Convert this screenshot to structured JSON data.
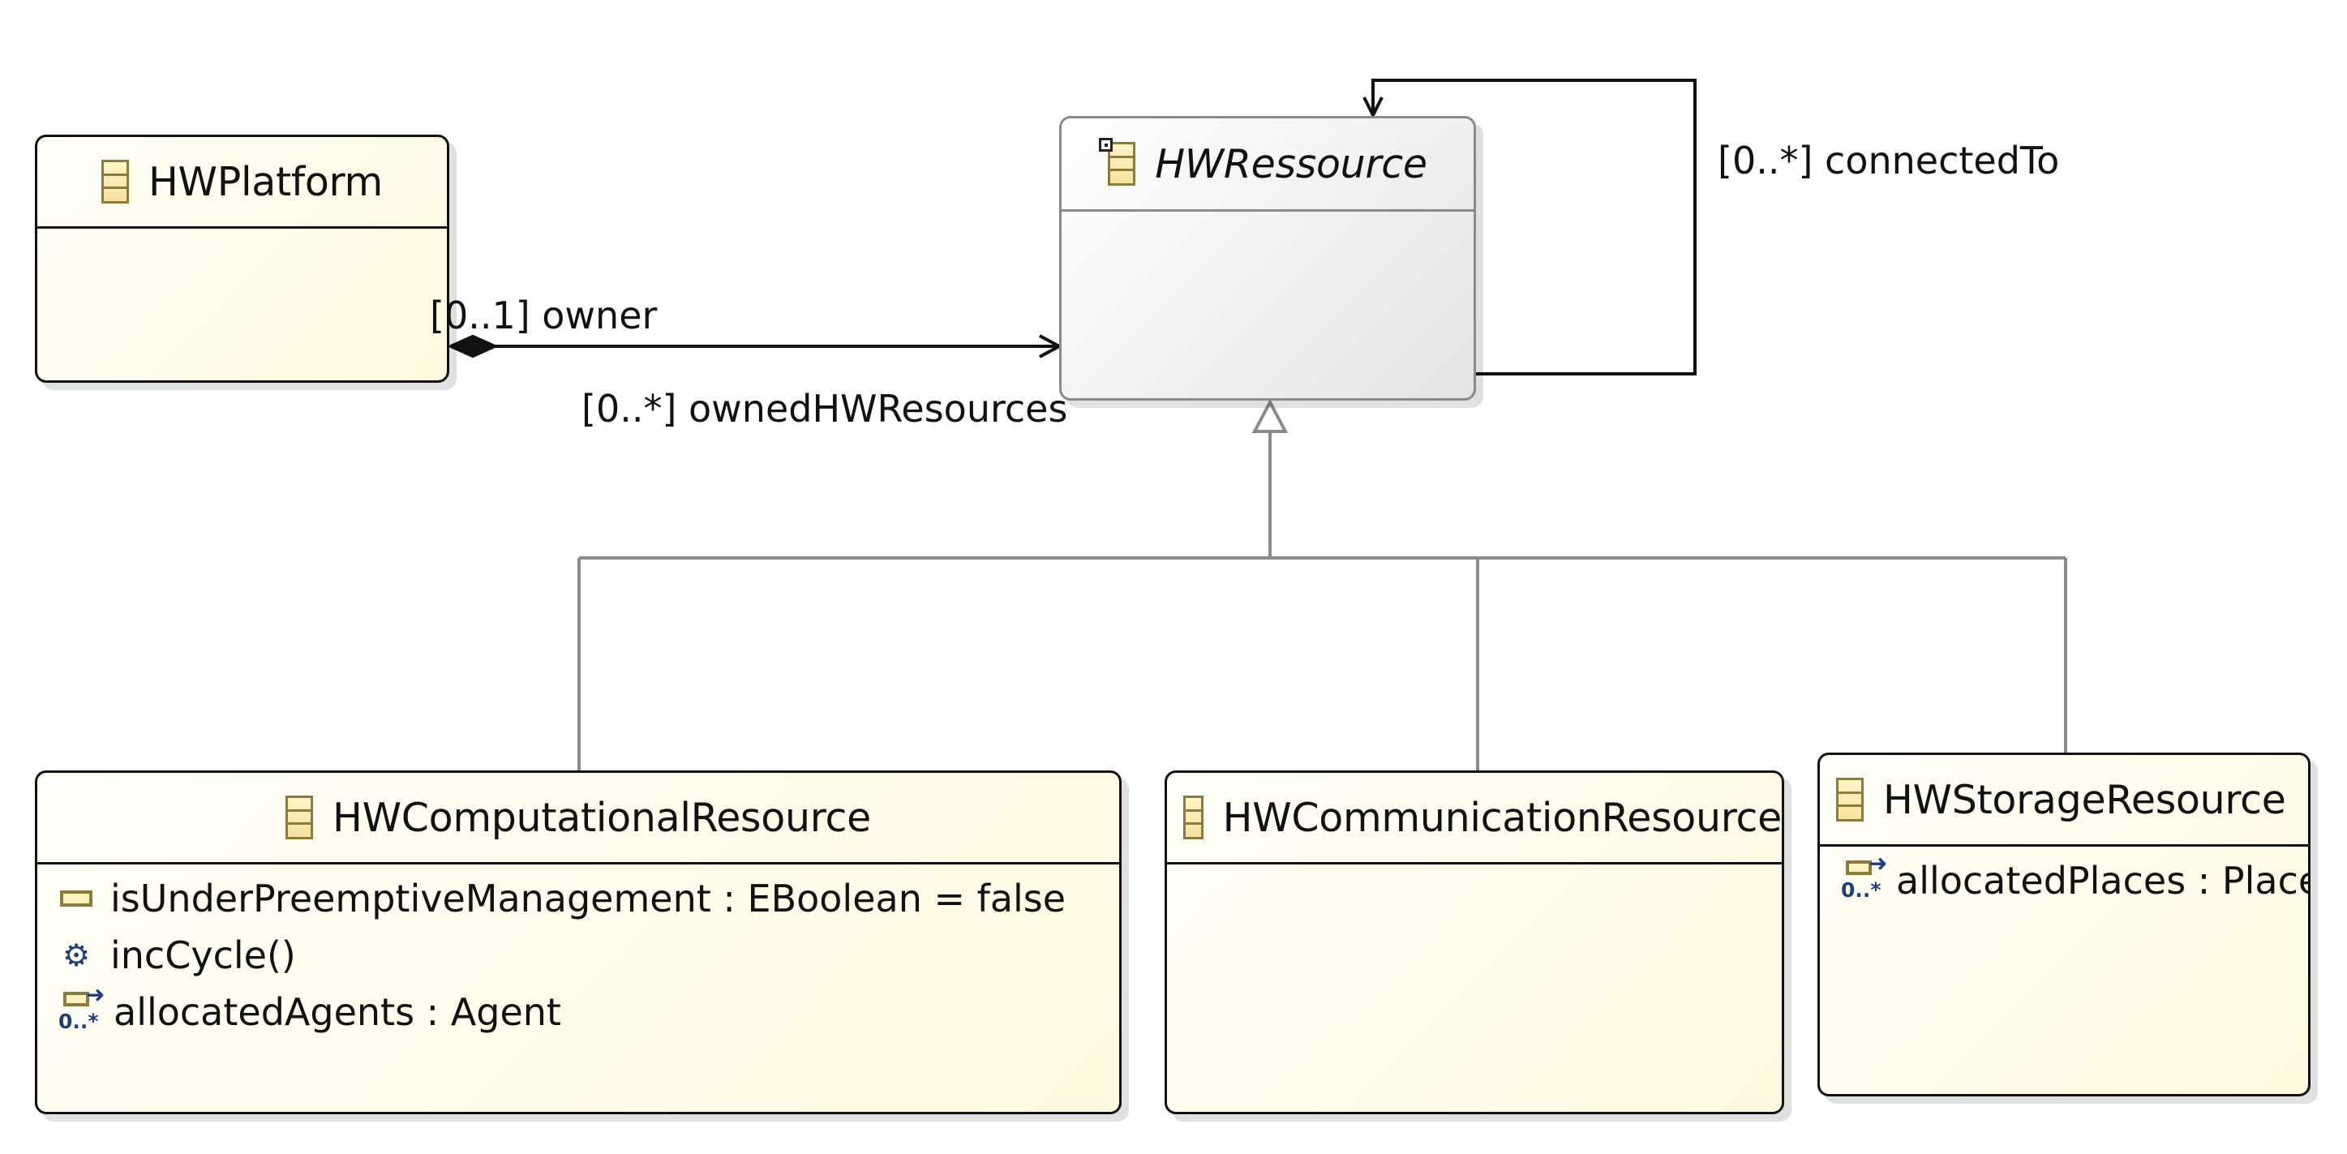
{
  "classes": {
    "hwplatform": {
      "name": "HWPlatform"
    },
    "hwressource": {
      "name": "HWRessource"
    },
    "hwcomputational": {
      "name": "HWComputationalResource",
      "members": [
        {
          "kind": "attribute",
          "text": "isUnderPreemptiveManagement : EBoolean = false"
        },
        {
          "kind": "operation",
          "text": "incCycle()"
        },
        {
          "kind": "reference",
          "multiplicity": "0..*",
          "text": "allocatedAgents : Agent"
        }
      ]
    },
    "hwcommunication": {
      "name": "HWCommunicationResource"
    },
    "hwstorage": {
      "name": "HWStorageResource",
      "members": [
        {
          "kind": "reference",
          "multiplicity": "0..*",
          "text": "allocatedPlaces : Place"
        }
      ]
    }
  },
  "relations": {
    "owner_role": "[0..1] owner",
    "owned_role": "[0..*] ownedHWResources",
    "connected_role": "[0..*] connectedTo"
  },
  "colors": {
    "line": "#111111",
    "generalization": "#8a8a8a",
    "class_fill": "#fffbe6",
    "abstract_fill": "#eeeeee"
  }
}
